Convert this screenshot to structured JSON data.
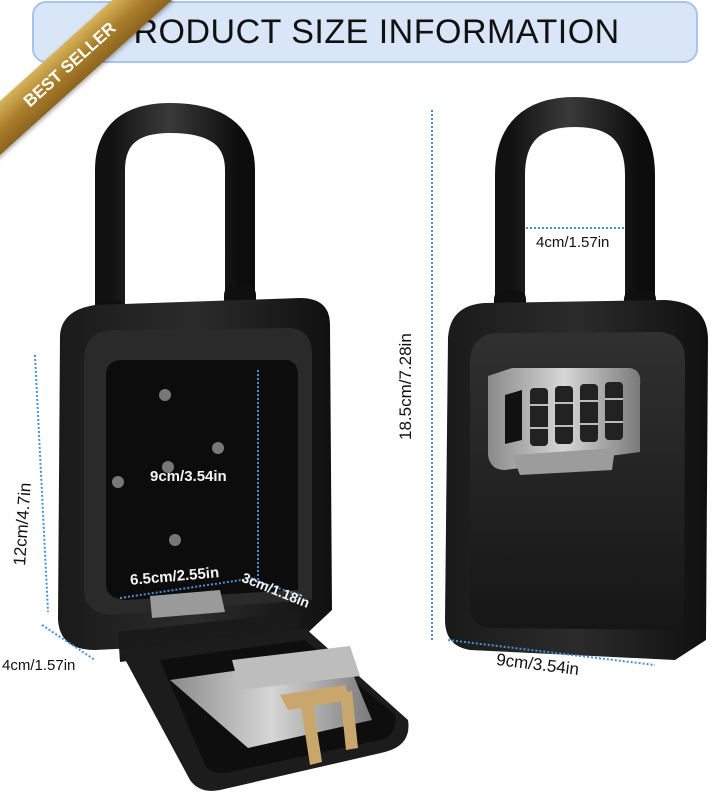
{
  "banner": {
    "title": "PRODUCT SIZE INFORMATION"
  },
  "badge": {
    "label": "BEST SELLER"
  },
  "colors": {
    "banner_bg": "#d9e6f7",
    "banner_border": "#a9c4ea",
    "dimension_line": "#4a8fd6",
    "badge_gold": "#b68a33"
  },
  "dimensions": {
    "shackle_width": "4cm/1.57in",
    "total_height": "18.5cm/7.28in",
    "box_width": "9cm/3.54in",
    "box_height": "12cm/4.7in",
    "box_depth": "4cm/1.57in",
    "inner_height": "9cm/3.54in",
    "inner_width": "6.5cm/2.55in",
    "inner_depth": "3cm/1.18in"
  }
}
